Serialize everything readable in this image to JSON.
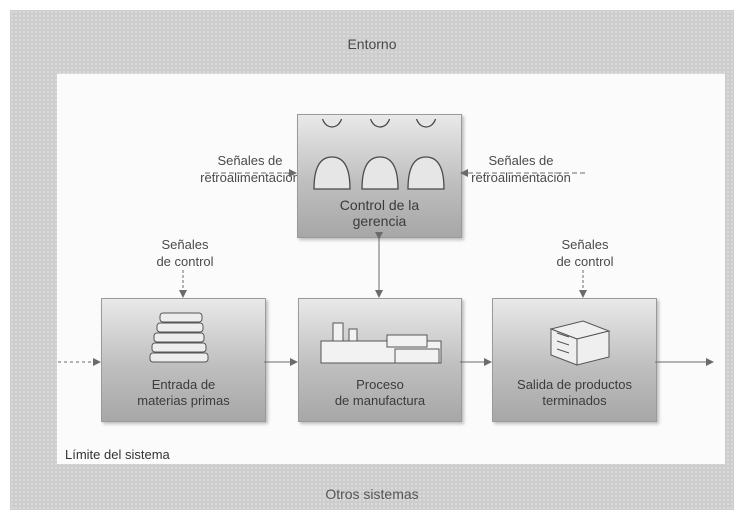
{
  "environment": "Entorno",
  "other_systems": "Otros sistemas",
  "system_boundary": "Límite del sistema",
  "feedback_left": "Señales de\nretroalimentación",
  "feedback_right": "Señales de\nretroalimentación",
  "control_left": "Señales\nde control",
  "control_right": "Señales\nde control",
  "management": "Control de la\ngerencia",
  "input": "Entrada de\nmaterias primas",
  "process": "Proceso\nde manufactura",
  "output": "Salida de productos\nterminados"
}
